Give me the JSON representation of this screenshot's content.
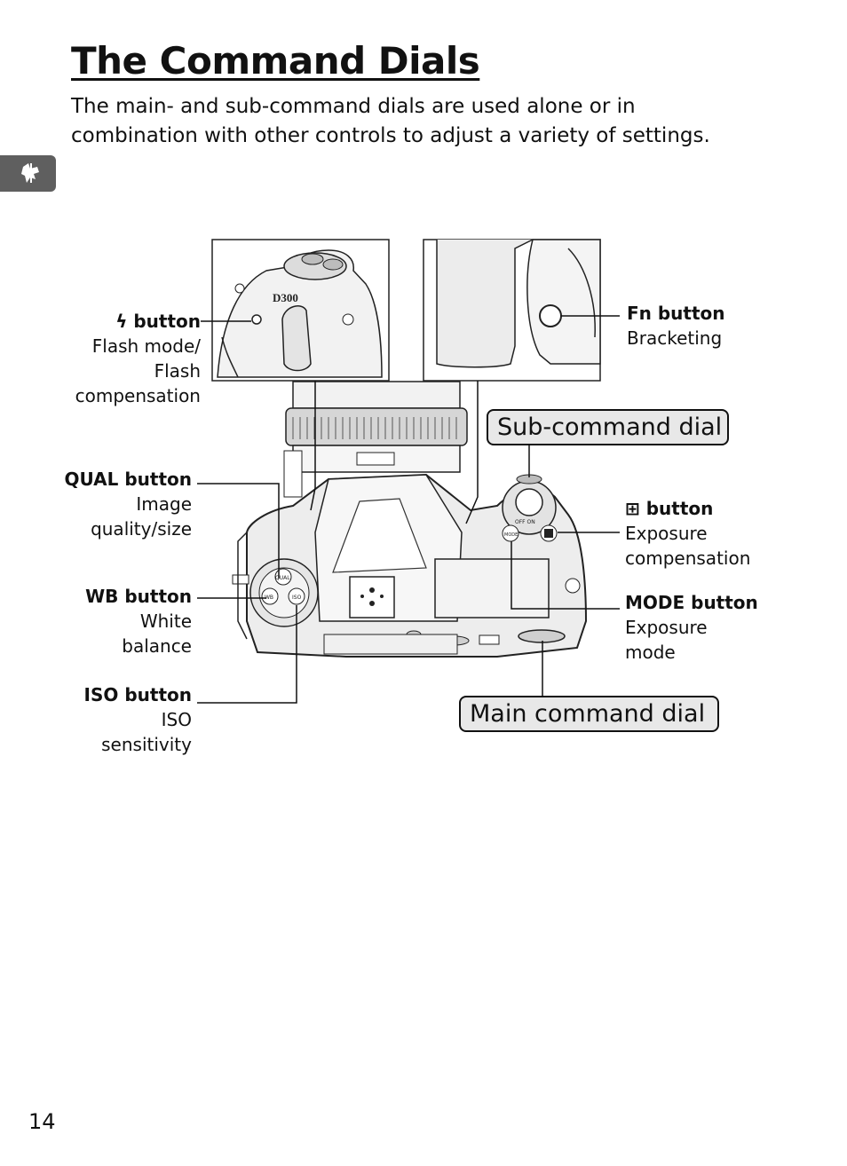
{
  "page": {
    "title": "The Command Dials",
    "intro": "The main- and sub-command dials are used alone or in combination with other controls to adjust a variety of settings.",
    "page_number": "14",
    "section_icon": "setup-icon"
  },
  "callouts": {
    "flash": {
      "name": "ϟ button",
      "desc": [
        "Flash mode/",
        "Flash",
        "compensation"
      ]
    },
    "qual": {
      "name": "QUAL button",
      "desc": [
        "Image",
        "quality/size"
      ]
    },
    "wb": {
      "name": "WB button",
      "desc": [
        "White",
        "balance"
      ]
    },
    "iso": {
      "name": "ISO button",
      "desc": [
        "ISO",
        "sensitivity"
      ]
    },
    "fn": {
      "name": "Fn button",
      "desc": [
        "Bracketing"
      ]
    },
    "exposure": {
      "name": "⊞ button",
      "desc": [
        "Exposure",
        "compensation"
      ]
    },
    "mode": {
      "name": "MODE button",
      "desc": [
        "Exposure",
        "mode"
      ]
    }
  },
  "dials": {
    "sub": "Sub-command dial",
    "main": "Main command dial"
  },
  "camera_text": {
    "model": "D300",
    "qual": "QUAL",
    "wb": "WB",
    "iso": "ISO",
    "mode": "MODE",
    "off_on": "OFF ON"
  }
}
